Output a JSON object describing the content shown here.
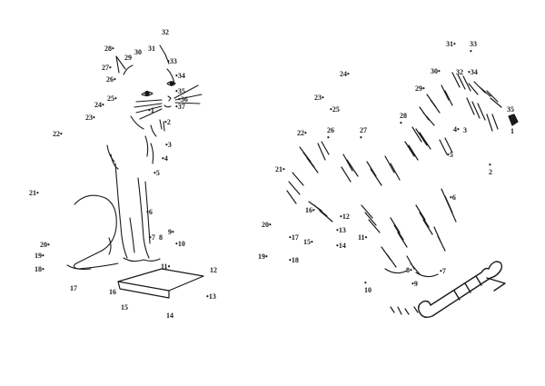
{
  "colors": {
    "ink": "#1a1a1a",
    "paper": "#ffffff"
  },
  "cat": {
    "name": "cat-puzzle",
    "dots": [
      "1",
      "2",
      "3",
      "4",
      "5",
      "6",
      "7",
      "8",
      "9",
      "10",
      "11",
      "12",
      "13",
      "14",
      "15",
      "16",
      "17",
      "18",
      "19",
      "20",
      "21",
      "22",
      "23",
      "24",
      "25",
      "26",
      "27",
      "28",
      "29",
      "30",
      "31",
      "32",
      "33",
      "34",
      "35",
      "36",
      "37"
    ]
  },
  "dog": {
    "name": "dog-puzzle",
    "dots": [
      "1",
      "2",
      "3",
      "4",
      "5",
      "6",
      "7",
      "8",
      "9",
      "10",
      "11",
      "12",
      "13",
      "14",
      "15",
      "16",
      "17",
      "18",
      "19",
      "20",
      "21",
      "22",
      "23",
      "24",
      "25",
      "26",
      "27",
      "28",
      "29",
      "30",
      "31",
      "32",
      "33",
      "34",
      "35"
    ]
  }
}
